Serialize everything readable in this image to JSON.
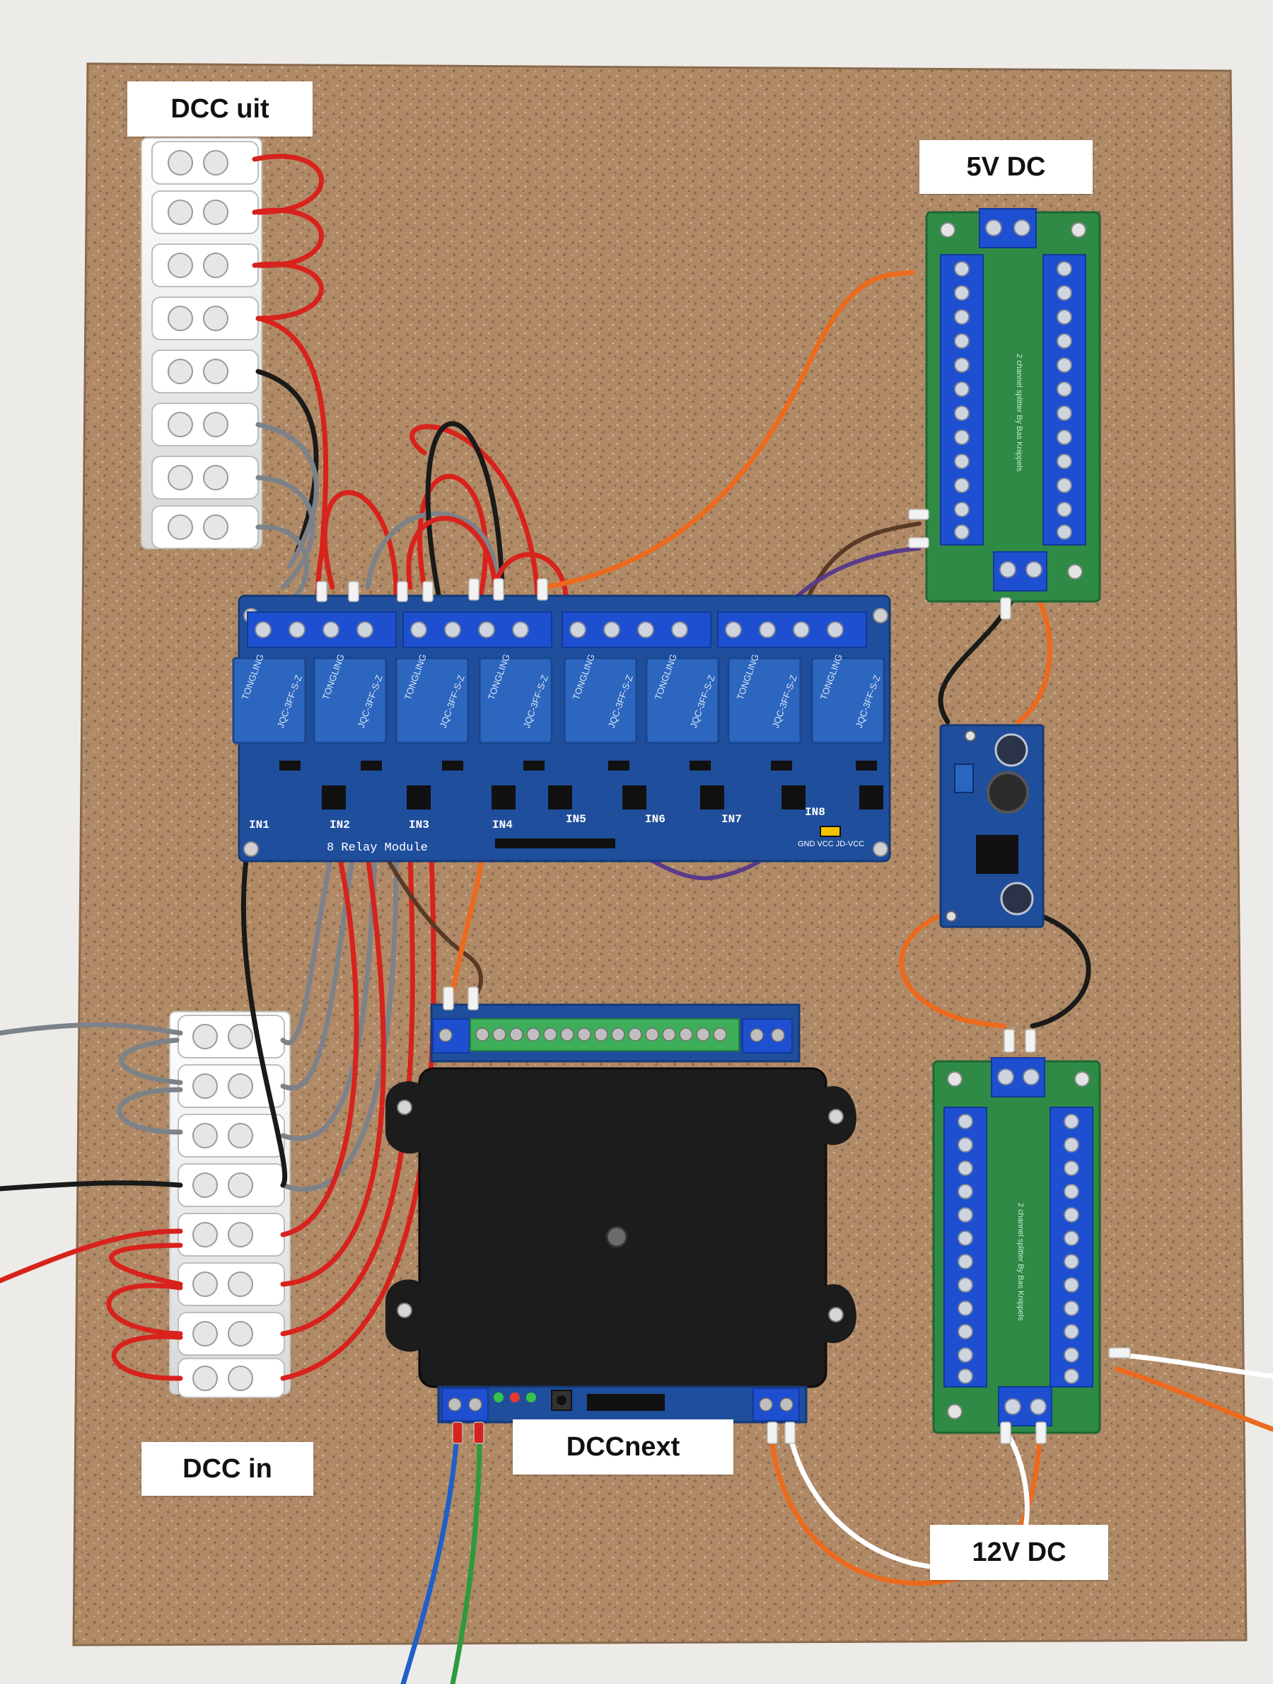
{
  "labels": {
    "dcc_uit": "DCC uit",
    "dcc_in": "DCC in",
    "v5_dc": "5V DC",
    "v12_dc": "12V DC",
    "dccnext": "DCCnext"
  },
  "silkscreen": {
    "relay_module": "8 Relay Module",
    "relay_inputs": [
      "IN1",
      "IN2",
      "IN3",
      "IN4",
      "IN5",
      "IN6",
      "IN7",
      "IN8"
    ],
    "relay_brand": "TONGLING",
    "relay_model": "JQC-3FF-S-Z",
    "power_pins": "GND VCC JD-VCC",
    "splitter_top": "2 channel splitter By Bas Knippels",
    "splitter_bottom": "2 channel splitter By Bas Knippels"
  },
  "colors": {
    "board": "#b08a66",
    "wire_red": "#d8221c",
    "wire_gray": "#7d8289",
    "wire_black": "#1a1a1a",
    "wire_orange": "#ec6a1e",
    "wire_brown": "#5a3a25",
    "wire_purple": "#5a3a8a",
    "wire_blue": "#1f5fc8",
    "wire_green": "#2f9a3c",
    "pcb_blue": "#1f4e9c",
    "pcb_green": "#2f8a45",
    "relay_blue": "#2c66bf",
    "terminal_blue": "#1e4fd0",
    "enclosure": "#1c1c1c"
  },
  "icons": [
    "screw-icon",
    "relay-icon",
    "capacitor-icon",
    "inductor-icon",
    "led-icon"
  ]
}
